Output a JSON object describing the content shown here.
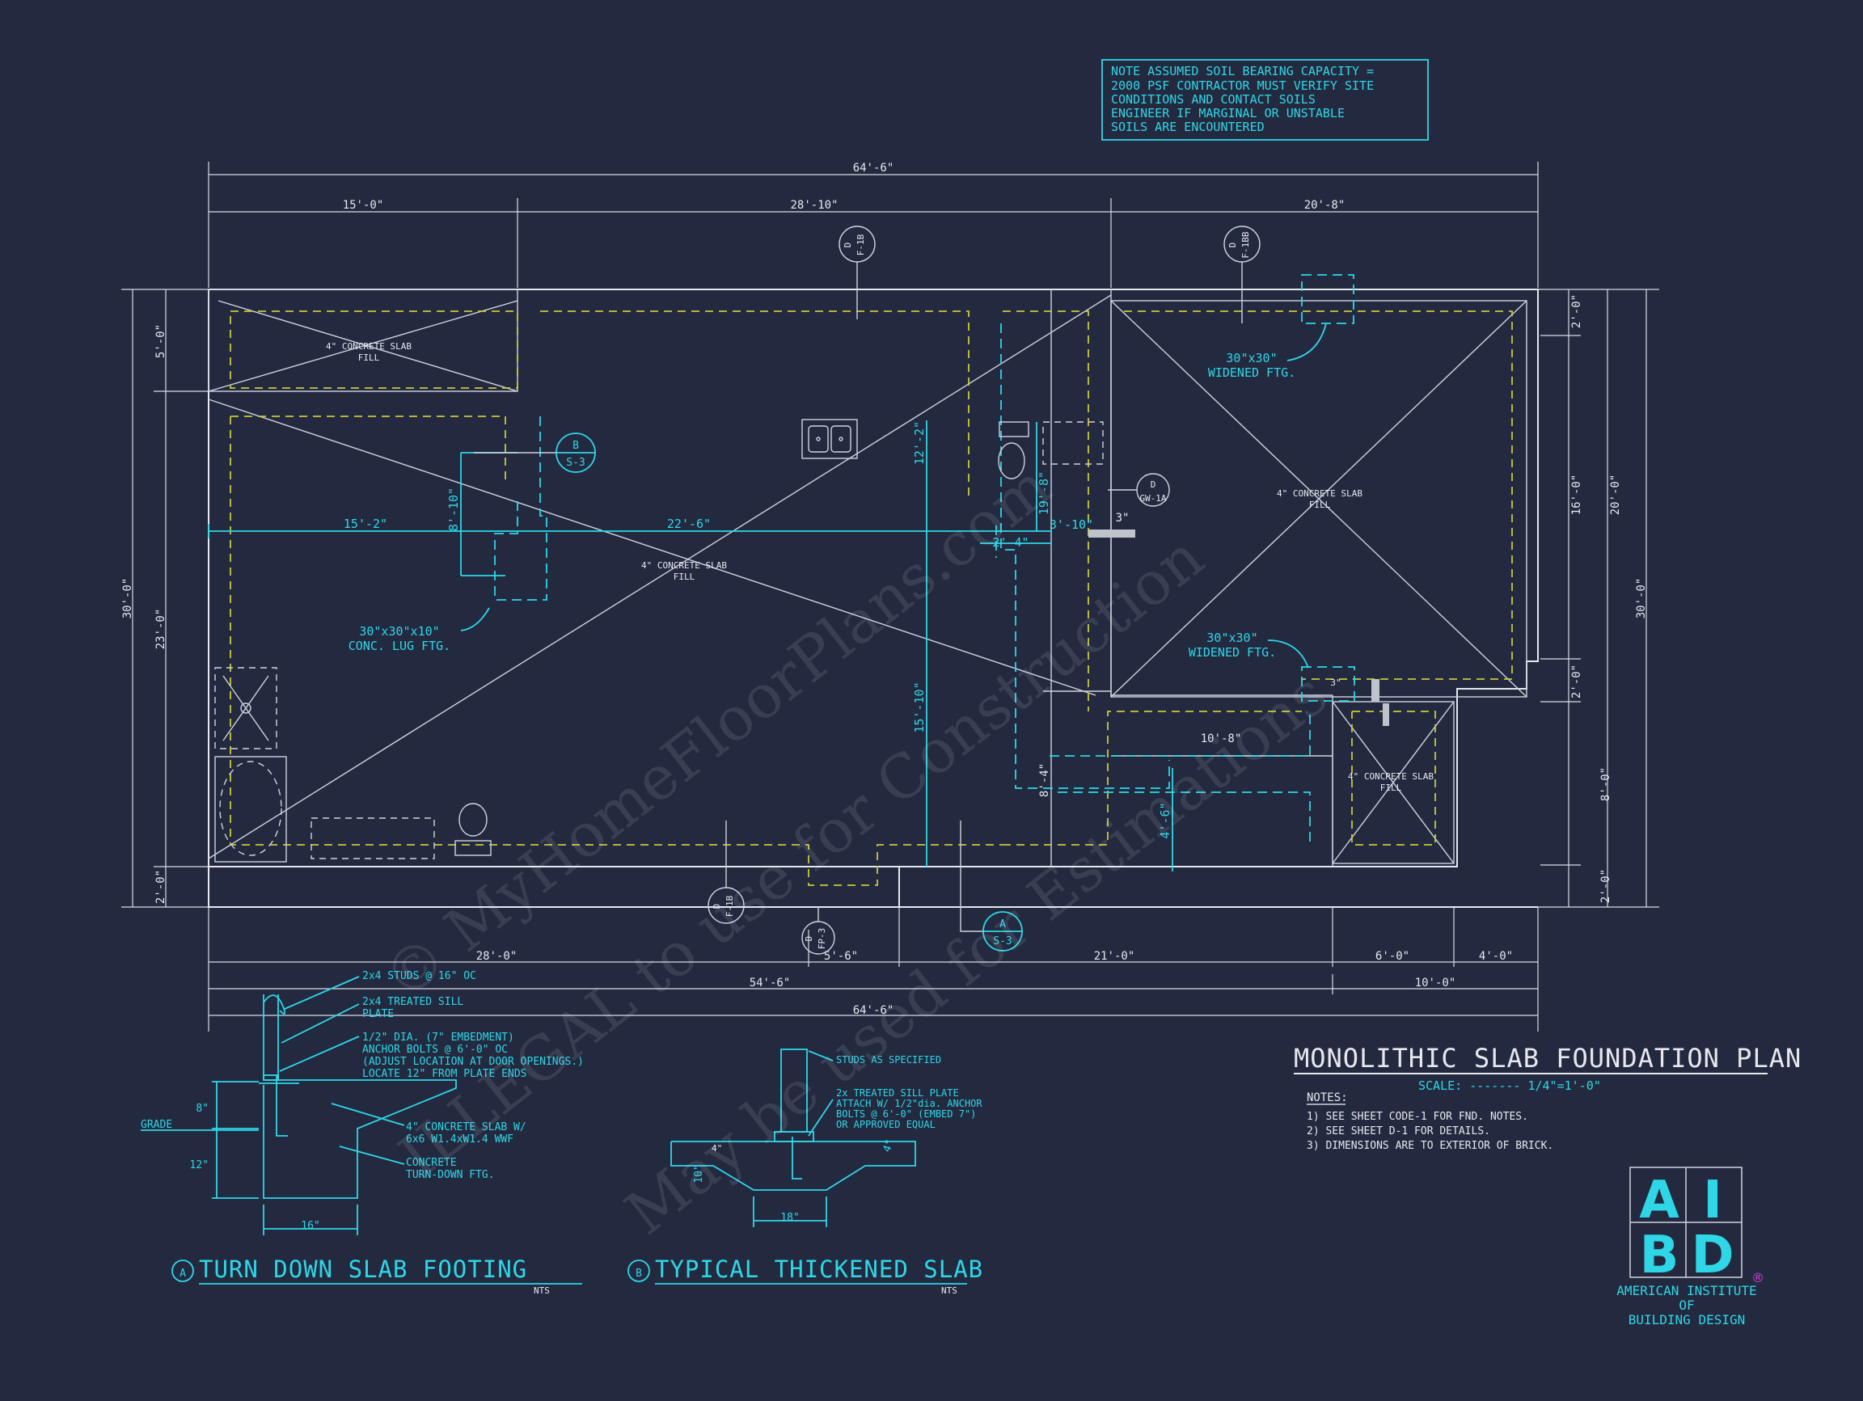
{
  "note": [
    "NOTE ASSUMED SOIL BEARING CAPACITY =",
    "2000 PSF CONTRACTOR MUST VERIFY SITE",
    "CONDITIONS AND CONTACT SOILS",
    "ENGINEER IF MARGINAL OR UNSTABLE",
    "SOILS ARE ENCOUNTERED"
  ],
  "dims": {
    "top_total": "64'-6\"",
    "top_a": "15'-0\"",
    "top_b": "28'-10\"",
    "top_c": "20'-8\"",
    "bot_a": "28'-0\"",
    "bot_b": "5'-6\"",
    "bot_c": "21'-0\"",
    "bot_d": "6'-0\"",
    "bot_e": "4'-0\"",
    "bot_f": "54'-6\"",
    "bot_g": "10'-0\"",
    "bot_total": "64'-6\"",
    "left_a": "5'-0\"",
    "left_b": "23'-0\"",
    "left_c": "2'-0\"",
    "left_total": "30'-0\"",
    "right_a": "2'-0\"",
    "right_b": "16'-0\"",
    "right_c": "20'-0\"",
    "right_d": "2'-0\"",
    "right_e": "8'-0\"",
    "right_f": "2'-0\"",
    "right_total": "30'-0\"",
    "in_1": "15'-2\"",
    "in_2": "22'-6\"",
    "in_3": "8'-10\"",
    "in_4": "12'-2\"",
    "in_5": "15'-10\"",
    "in_6": "2'-4\"",
    "in_7": "3'-10\"",
    "in_8": "19'-8\"",
    "in_9": "3\"",
    "in_10": "10'-8\"",
    "in_11": "8'-4\"",
    "in_12": "4'-6\"",
    "in_13": "3\""
  },
  "labels": {
    "slab_fill_1": "4\" CONCRETE SLAB",
    "slab_fill_2": "FILL",
    "lug_1": "30\"x30\"x10\"",
    "lug_2": "CONC. LUG FTG.",
    "wide_1": "30\"x30\"",
    "wide_2": "WIDENED FTG."
  },
  "callouts": {
    "d_f1b_letter": "D",
    "d_f1b_num": "F-1B",
    "d_f1bb_letter": "D",
    "d_f1bb_num": "F-1BB",
    "d_gw_letter": "D",
    "d_gw_num": "GW-1A",
    "d_f1b2_letter": "D",
    "d_f1b2_num": "F-1B",
    "d_fp_letter": "D",
    "d_fp_num": "FP-3",
    "b_letter": "B",
    "b_num": "S-3",
    "a_letter": "A",
    "a_num": "S-3"
  },
  "detail_a": {
    "studs": "2x4 STUDS @ 16\" OC",
    "sill_1": "2x4 TREATED SILL",
    "sill_2": "PLATE",
    "bolt_1": "1/2\" DIA. (7\" EMBEDMENT)",
    "bolt_2": "ANCHOR BOLTS @ 6'-0\" OC",
    "bolt_3": "(ADJUST LOCATION AT DOOR OPENINGS.)",
    "bolt_4": "LOCATE 12\" FROM PLATE ENDS",
    "slab_1": "4\" CONCRETE SLAB W/",
    "slab_2": "6x6 W1.4xW1.4 WWF",
    "turn_1": "CONCRETE",
    "turn_2": "TURN-DOWN FTG.",
    "grade": "GRADE",
    "d8": "8\"",
    "d12": "12\"",
    "d16": "16\"",
    "mark": "A",
    "title": "TURN DOWN SLAB FOOTING",
    "scale": "NTS"
  },
  "detail_b": {
    "studs": "STUDS AS SPECIFIED",
    "sill_1": "2x  TREATED SILL PLATE",
    "sill_2": "ATTACH W/ 1/2\"dia. ANCHOR",
    "sill_3": "BOLTS @ 6'-0\" (EMBED 7\")",
    "sill_4": "OR APPROVED EQUAL",
    "d4a": "4\"",
    "d4b": "4\"",
    "d10": "10\"",
    "d18": "18\"",
    "mark": "B",
    "title": "TYPICAL THICKENED SLAB",
    "scale": "NTS"
  },
  "title_block": {
    "title": "MONOLITHIC SLAB FOUNDATION PLAN",
    "scale": "SCALE: ------- 1/4\"=1'-0\"",
    "notes_head": "NOTES:",
    "notes": [
      "1)  SEE SHEET CODE-1 FOR FND. NOTES.",
      "2)  SEE SHEET D-1 FOR DETAILS.",
      "3)  DIMENSIONS ARE TO EXTERIOR OF BRICK."
    ]
  },
  "logo": {
    "a": "A",
    "i": "I",
    "b": "B",
    "d": "D",
    "reg": "®",
    "line1": "AMERICAN INSTITUTE",
    "line2": "OF",
    "line3": "BUILDING DESIGN",
    "color_logo": "#2fd6e6",
    "color_reg": "#d63fd6"
  },
  "watermark": {
    "w1": "© MyHomeFloorPlans.com",
    "w2": "ILLEGAL to use for Construction",
    "w3": "May be used for Estimations"
  }
}
